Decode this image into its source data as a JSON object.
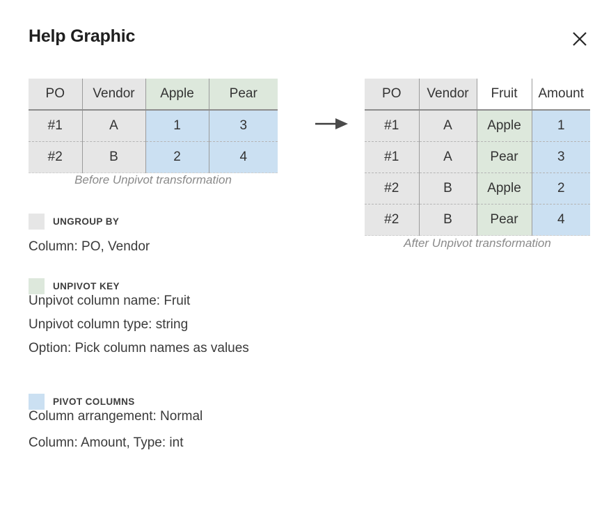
{
  "header": {
    "title": "Help Graphic",
    "close_icon": "close-icon"
  },
  "colors": {
    "ungroup_by": "#e6e6e6",
    "unpivot_key": "#dde8dc",
    "pivot_columns": "#cbe0f2",
    "text": "#3a3a3a",
    "caption": "#8a8a8a"
  },
  "before_table": {
    "caption": "Before Unpivot transformation",
    "columns": [
      {
        "label": "PO",
        "fill": "grey"
      },
      {
        "label": "Vendor",
        "fill": "grey"
      },
      {
        "label": "Apple",
        "fill": "green"
      },
      {
        "label": "Pear",
        "fill": "green"
      }
    ],
    "rows": [
      [
        "#1",
        "A",
        "1",
        "3"
      ],
      [
        "#2",
        "B",
        "2",
        "4"
      ]
    ]
  },
  "arrow": {
    "icon": "arrow-right-icon"
  },
  "after_table": {
    "caption": "After Unpivot transformation",
    "columns": [
      {
        "label": "PO",
        "fill": "grey"
      },
      {
        "label": "Vendor",
        "fill": "grey"
      },
      {
        "label": "Fruit",
        "fill": "white"
      },
      {
        "label": "Amount",
        "fill": "white"
      }
    ],
    "rows": [
      [
        "#1",
        "A",
        "Apple",
        "1"
      ],
      [
        "#1",
        "A",
        "Pear",
        "3"
      ],
      [
        "#2",
        "B",
        "Apple",
        "2"
      ],
      [
        "#2",
        "B",
        "Pear",
        "4"
      ]
    ]
  },
  "legend": {
    "ungroup_by": {
      "title": "UNGROUP BY",
      "lines": [
        "Column: PO, Vendor"
      ]
    },
    "unpivot_key": {
      "title": "UNPIVOT KEY",
      "lines": [
        "Unpivot column name: Fruit",
        "Unpivot column type: string",
        "Option: Pick column names as values"
      ]
    },
    "pivot_columns": {
      "title": "PIVOT COLUMNS",
      "lines": [
        "Column arrangement: Normal",
        "Column: Amount, Type: int"
      ]
    }
  }
}
